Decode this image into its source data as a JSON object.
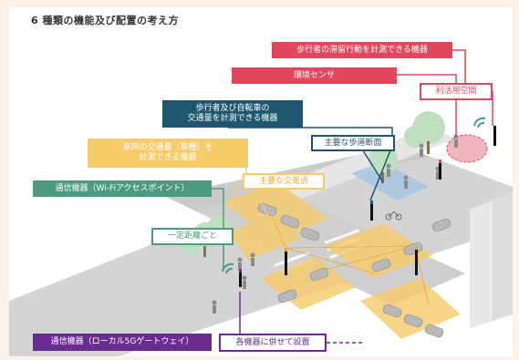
{
  "title": "6 種類の機能及び配置の考え方",
  "labels": {
    "pedestrian_stay_sensor": "歩行者の滞留行動を計測できる機器",
    "environment_sensor": "環境センサ",
    "utilization_space": "利活用空間",
    "pedestrian_bicycle_counter_line1": "歩行者及び自転車の",
    "pedestrian_bicycle_counter_line2": "交通量を計測できる機器",
    "main_sidewalk_section": "主要な歩道断面",
    "vehicle_counter_line1": "車両の交通量（車種）を",
    "vehicle_counter_line2": "計測できる機器",
    "main_intersection": "主要な交差点",
    "wifi_access_point": "通信機器（Wi-Fiアクセスポイント）",
    "fixed_distance": "一定距離ごと",
    "local_5g_gateway": "通信機器（ローカル5Gゲートウェイ）",
    "combined_install": "各機器に併せて設置"
  },
  "colors": {
    "red": "#e0485e",
    "navy": "#1f5770",
    "yellow": "#f6cb6a",
    "green": "#4d9a7e",
    "purple": "#6a2c8f",
    "road": "#c9c9c9",
    "tree": "#bfe0bf"
  }
}
